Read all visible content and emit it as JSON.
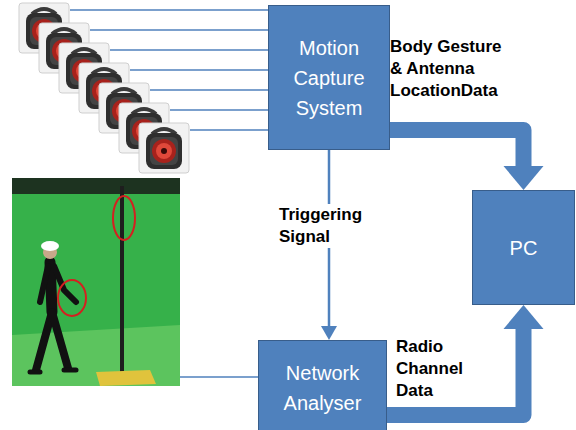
{
  "diagram": {
    "nodes": [
      {
        "text": [
          "Motion Capture System"
        ]
      },
      {
        "text": [
          "PC"
        ]
      },
      {
        "text": [
          "Network Analyser"
        ]
      }
    ],
    "edges": [
      {
        "from": 0,
        "to": 1,
        "arrow": "to",
        "label": "Body Gesture & Antenna LocationData"
      },
      {
        "from": 0,
        "to": 2,
        "arrow": "to",
        "label": "Triggering Signal"
      },
      {
        "from": 2,
        "to": 1,
        "arrow": "to",
        "label": "Radio Channel Data"
      }
    ]
  }
}
